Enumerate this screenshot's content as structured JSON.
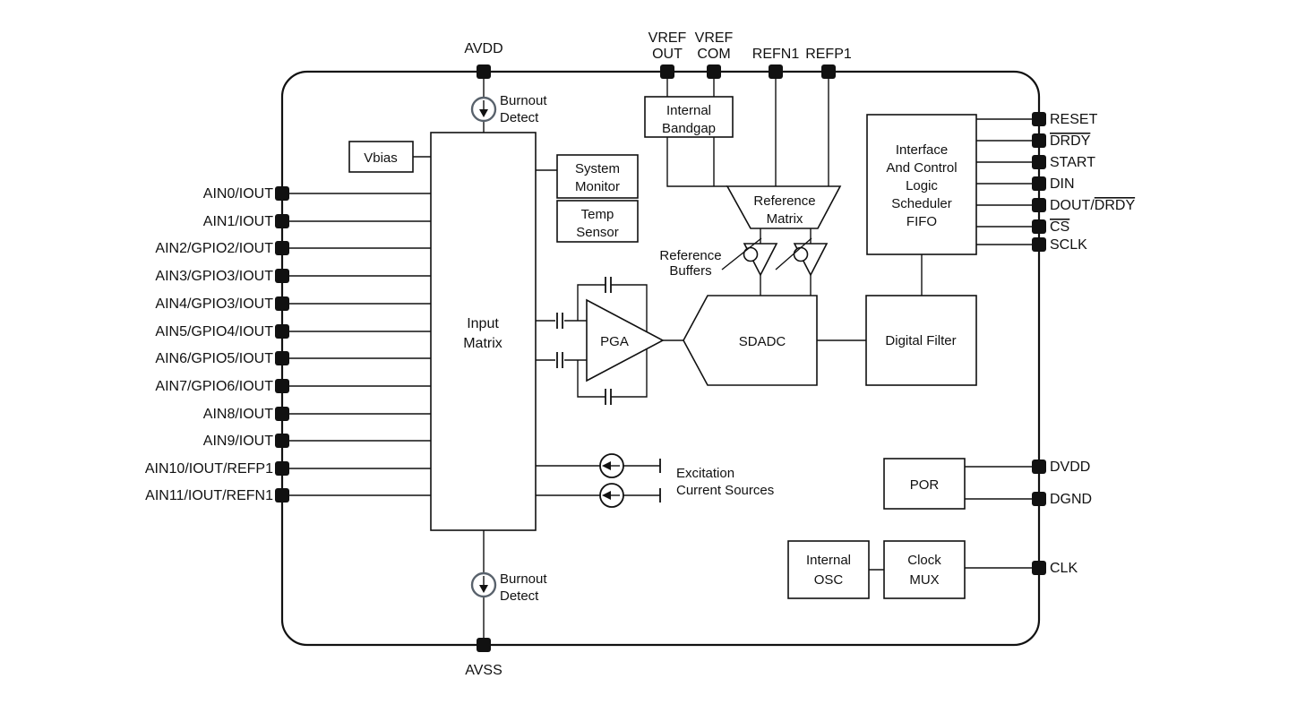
{
  "colors": {
    "ink": "#111111",
    "burnout_circle": "#59626c",
    "background": "#ffffff"
  },
  "pins": {
    "top": [
      {
        "l1": "AVDD",
        "l2": ""
      },
      {
        "l1": "VREF",
        "l2": "OUT"
      },
      {
        "l1": "VREF",
        "l2": "COM"
      },
      {
        "l1": "REFN1",
        "l2": ""
      },
      {
        "l1": "REFP1",
        "l2": ""
      }
    ],
    "left": [
      "AIN0/IOUT",
      "AIN1/IOUT",
      "AIN2/GPIO2/IOUT",
      "AIN3/GPIO3/IOUT",
      "AIN4/GPIO3/IOUT",
      "AIN5/GPIO4/IOUT",
      "AIN6/GPIO5/IOUT",
      "AIN7/GPIO6/IOUT",
      "AIN8/IOUT",
      "AIN9/IOUT",
      "AIN10/IOUT/REFP1",
      "AIN11/IOUT/REFN1"
    ],
    "right": [
      {
        "pre": "RESET",
        "over": ""
      },
      {
        "pre": "",
        "over": "DRDY"
      },
      {
        "pre": "START",
        "over": ""
      },
      {
        "pre": "DIN",
        "over": ""
      },
      {
        "pre": "DOUT/",
        "over": "DRDY"
      },
      {
        "pre": "",
        "over": "CS"
      },
      {
        "pre": "SCLK",
        "over": ""
      },
      {
        "pre": "DVDD",
        "over": ""
      },
      {
        "pre": "DGND",
        "over": ""
      },
      {
        "pre": "CLK",
        "over": ""
      }
    ],
    "bottom": [
      "AVSS"
    ]
  },
  "blocks": {
    "vbias": "Vbias",
    "input_matrix": [
      "Input",
      "Matrix"
    ],
    "burnout": [
      "Burnout",
      "Detect"
    ],
    "system_monitor": [
      "System",
      "Monitor"
    ],
    "temp_sensor": [
      "Temp",
      "Sensor"
    ],
    "internal_bandgap": [
      "Internal",
      "Bandgap"
    ],
    "reference_matrix": [
      "Reference",
      "Matrix"
    ],
    "reference_buffers": [
      "Reference",
      "Buffers"
    ],
    "pga": "PGA",
    "sdadc": "SDADC",
    "digital_filter": "Digital Filter",
    "interface": [
      "Interface",
      "And Control",
      "Logic",
      "Scheduler",
      "FIFO"
    ],
    "por": "POR",
    "internal_osc": [
      "Internal",
      "OSC"
    ],
    "clock_mux": [
      "Clock",
      "MUX"
    ],
    "excitation": [
      "Excitation",
      "Current Sources"
    ]
  }
}
